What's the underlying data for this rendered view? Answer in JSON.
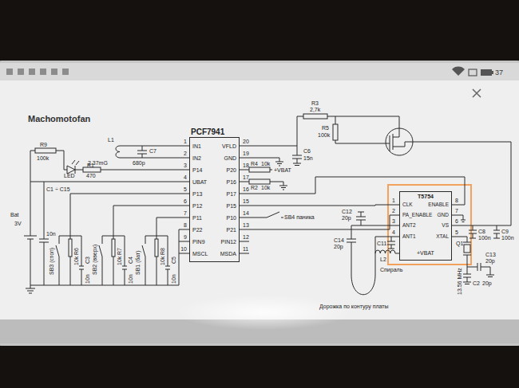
{
  "diagram": {
    "title": "Machomotofan",
    "nodes": [
      {
        "text": [
          "PCF7941",
          "IN1",
          "IN2",
          "P14",
          "UBAT",
          "P13",
          "P12",
          "P11",
          "P22",
          "PIN9",
          "MSCL",
          "VFLD",
          "GND",
          "P20",
          "P16",
          "P17",
          "P15",
          "P10",
          "P21",
          "PIN12",
          "MSDA"
        ]
      },
      {
        "text": [
          "T5754",
          "CLK",
          "PA_ENABLE",
          "ANT2",
          "ANT1",
          "ENABLE",
          "GND",
          "VS",
          "XTAL"
        ]
      }
    ],
    "edges": [
      {
        "from": 0,
        "to": 1,
        "arrow": "none"
      },
      {
        "from": 0,
        "to": 1,
        "arrow": "none"
      },
      {
        "from": 0,
        "to": 1,
        "arrow": "none"
      }
    ],
    "labels": [
      "1",
      "2",
      "3",
      "4",
      "5",
      "6",
      "7",
      "8",
      "9",
      "10",
      "20",
      "19",
      "18",
      "17",
      "16",
      "15",
      "14",
      "13",
      "12",
      "11",
      "1",
      "2",
      "3",
      "4",
      "8",
      "7",
      "6",
      "5",
      "L1",
      "2.37mG",
      "C7",
      "680p",
      "R9",
      "100k",
      "LED",
      "R1",
      "470",
      "Bat",
      "3V",
      "C1 ÷ C15",
      "10n",
      "SB3 (стоп)",
      "R6",
      "10k",
      "C3",
      "10n",
      "SB2 (вверх)",
      "R7",
      "10k",
      "C4",
      "10n",
      "SB1 (бат)",
      "R8",
      "10k",
      "C5",
      "10n",
      "R3",
      "2,7k",
      "R5",
      "100k",
      "C6",
      "15n",
      "R4",
      "10k",
      "+VBAT",
      "R2",
      "10k",
      "SB4 паника",
      "C12",
      "20p",
      "C11",
      "C14",
      "20p",
      "L2",
      "Спираль",
      "+VBAT",
      "Дорожка по контуру платы",
      "C8",
      "100n",
      "C9",
      "100n",
      "Q1",
      "13.56 MHz",
      "C13",
      "20p",
      "C2",
      "20p",
      "37"
    ]
  }
}
